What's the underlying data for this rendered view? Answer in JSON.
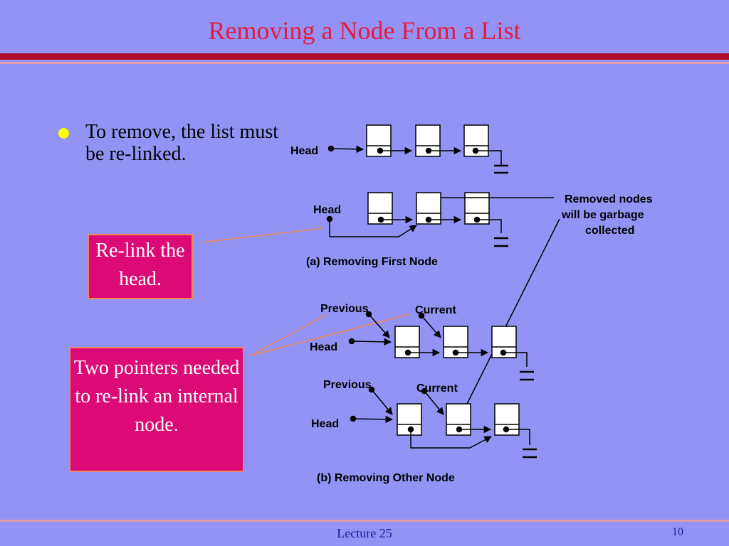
{
  "slide": {
    "title": "Removing a Node From a List",
    "bullet": "To remove, the list must be re-linked.",
    "callout_relink": "Re-link the head.",
    "callout_two_pointers": "Two pointers needed to re-link an internal node.",
    "footer": "Lecture 25",
    "page_number": "10"
  },
  "diagram": {
    "head_label": "Head",
    "previous_label": "Previous",
    "current_label": "Current",
    "removed_note": [
      "Removed nodes",
      "will be garbage",
      "collected"
    ],
    "caption_a": "(a) Removing First Node",
    "caption_b": "(b) Removing Other Node"
  },
  "colors": {
    "background": "#9393f5",
    "title": "#e8193c",
    "callout_fill": "#dc0a77",
    "callout_border": "#f08a5a",
    "bullet_dot": "#ffff00"
  }
}
